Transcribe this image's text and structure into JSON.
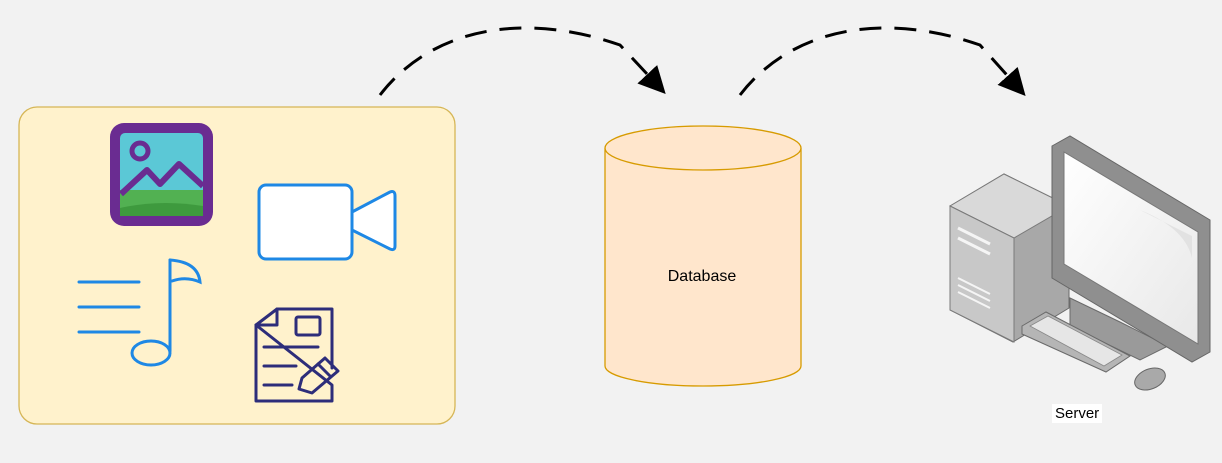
{
  "nodes": {
    "database": {
      "label": "Database",
      "fill": "#ffe6cc",
      "stroke": "#d79b00"
    },
    "server": {
      "label": "Server"
    },
    "media_group": {
      "fill": "#fff2cc",
      "stroke": "#d6b656",
      "icons": [
        "image-icon",
        "video-camera-icon",
        "music-note-icon",
        "document-edit-icon"
      ]
    }
  },
  "edges": [
    {
      "from": "media_group",
      "to": "database",
      "style": "dashed-arrow"
    },
    {
      "from": "database",
      "to": "server",
      "style": "dashed-arrow"
    }
  ],
  "colors": {
    "background": "#f2f2f2",
    "icon_blue": "#1e88e5",
    "icon_purple": "#6a2c91",
    "document_navy": "#2d2d7a"
  }
}
